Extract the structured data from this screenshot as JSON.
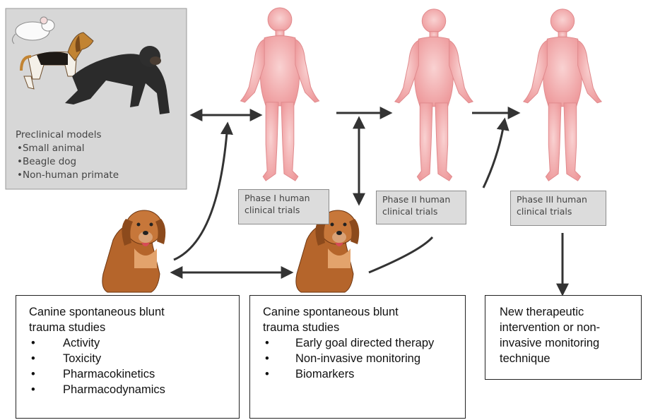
{
  "preclinical": {
    "title": "Preclinical models",
    "items": [
      "Small animal",
      "Beagle dog",
      "Non-human primate"
    ]
  },
  "phases": [
    {
      "line1": "Phase I human",
      "line2": "clinical trials"
    },
    {
      "line1": "Phase II human",
      "line2": "clinical trials"
    },
    {
      "line1": "Phase III human",
      "line2": "clinical trials"
    }
  ],
  "canine_study_1": {
    "title_line1": "Canine spontaneous blunt",
    "title_line2": "trauma studies",
    "items": [
      "Activity",
      "Toxicity",
      "Pharmacokinetics",
      "Pharmacodynamics"
    ]
  },
  "canine_study_2": {
    "title_line1": "Canine spontaneous blunt",
    "title_line2": "trauma studies",
    "items": [
      "Early goal directed therapy",
      "Non-invasive monitoring",
      "Biomarkers"
    ]
  },
  "outcome": {
    "text": "New therapeutic intervention or non-invasive monitoring technique"
  },
  "colors": {
    "human_figure": "#f3a9ab",
    "arrow": "#333333",
    "box_fill": "#dcdcdc",
    "dog_fur": "#b5652b"
  }
}
